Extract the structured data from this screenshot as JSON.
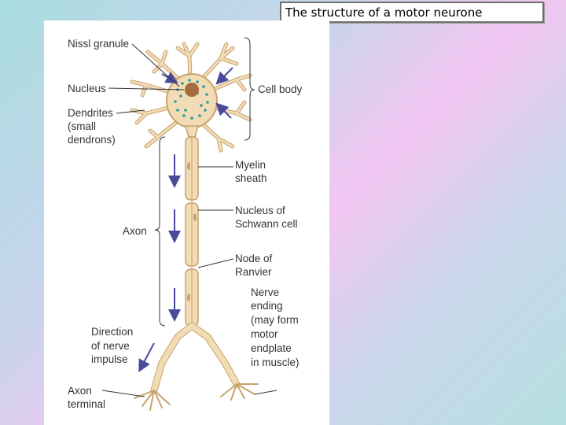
{
  "title": "The structure of a motor neurone",
  "labels": {
    "nissl": "Nissl granule",
    "nucleus": "Nucleus",
    "dendrites_1": "Dendrites",
    "dendrites_2": "(small",
    "dendrites_3": "dendrons)",
    "cell_body": "Cell body",
    "myelin_1": "Myelin",
    "myelin_2": "sheath",
    "schwann_1": "Nucleus of",
    "schwann_2": "Schwann cell",
    "axon": "Axon",
    "node_1": "Node of",
    "node_2": "Ranvier",
    "nerve_1": "Nerve",
    "nerve_2": "ending",
    "nerve_3": "(may form",
    "nerve_4": "motor",
    "nerve_5": "endplate",
    "nerve_6": "in muscle)",
    "direction_1": "Direction",
    "direction_2": "of nerve",
    "direction_3": "impulse",
    "terminal_1": "Axon",
    "terminal_2": "terminal"
  },
  "colors": {
    "cell_fill": "#f1dcb5",
    "cell_stroke": "#c8a26c",
    "nucleus": "#a36b3e",
    "granules": "#2a9aa4",
    "arrows": "#4a4a9a",
    "leader_lines": "#333333"
  }
}
